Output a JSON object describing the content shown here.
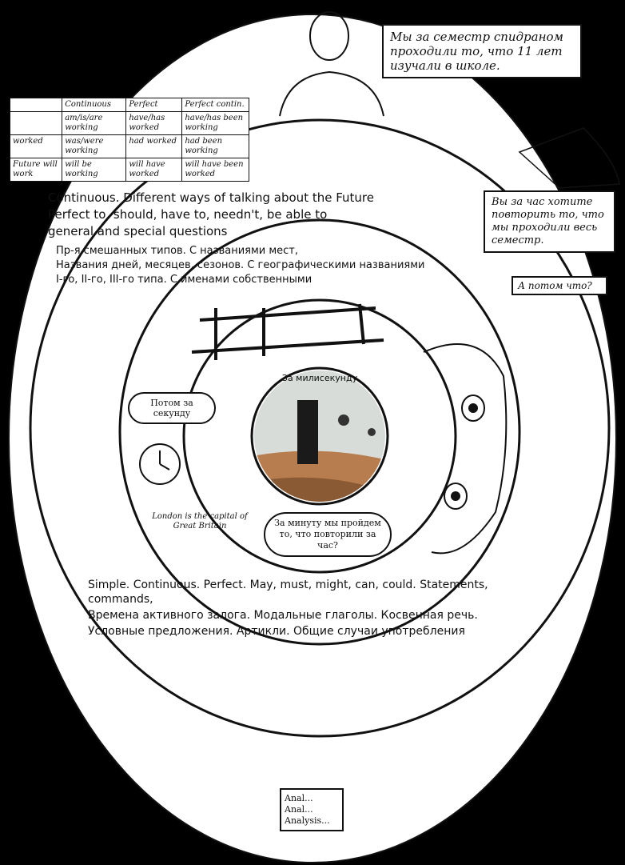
{
  "bubbles": {
    "top": "Мы за семестр спидраном проходили то, что 11 лет изучали в школе.",
    "right": "Вы за час хотите повторить то, что мы проходили весь семестр.",
    "right_small": "А потом что?",
    "inner_left": "Потом за секунду",
    "inner_center": "За милисекунду",
    "inner_bottom": "За минуту мы пройдем то, что повторили за час?",
    "london": "London is the capital of Great Britain",
    "analysis": "Anal... Anal... Analysis..."
  },
  "outer_ring": {
    "line1": "Continuous. Different ways of talking about the Future",
    "line2": "Perfect to, should, have to, needn't, be able to",
    "line3": "general and special questions",
    "line4": "Simple. Continuous. Perfect. May, must, might, can, could. Statements, commands,",
    "right1": "Времена активного залога. Модальные глаголы. Косвенная речь.",
    "right2": "Условные предложения. Артикли. Общие случаи употребления"
  },
  "middle_ring": {
    "line1": "Пр-я смешанных типов. С названиями мест,",
    "line2": "Названия дней, месяцев, сезонов. С географическими названиями",
    "line3": "I-го, II-го, III-го типа. С именами собственными"
  },
  "tense_table": {
    "headers": [
      "Continuous",
      "Perfect",
      "Perfect contin."
    ],
    "rows": [
      [
        "am/is/are working",
        "have/has worked",
        "have/has been working"
      ],
      [
        "was/were working",
        "had worked",
        "had been working"
      ],
      [
        "will be working",
        "will have worked",
        "will have been worked"
      ]
    ],
    "side": [
      "worked",
      "Future will work"
    ]
  }
}
